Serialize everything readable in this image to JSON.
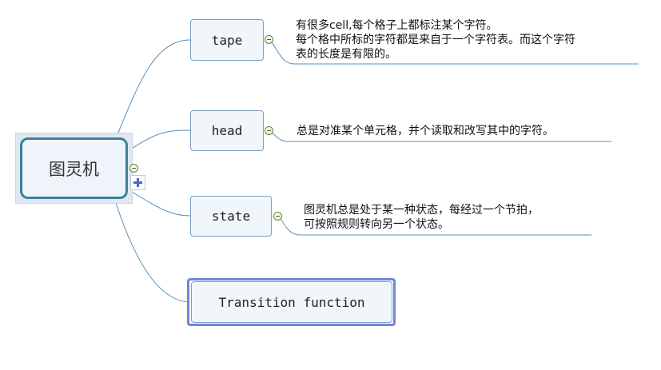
{
  "root": {
    "label": "图灵机"
  },
  "branches": [
    {
      "id": "tape",
      "label": "tape",
      "note": [
        "有很多cell,每个格子上都标注某个字符。",
        "每个格中所标的字符都是来自于一个字符表。而这个字符",
        "表的长度是有限的。"
      ]
    },
    {
      "id": "head",
      "label": "head",
      "note": [
        "总是对准某个单元格，并个读取和改写其中的字符。"
      ]
    },
    {
      "id": "state",
      "label": "state",
      "note": [
        "图灵机总是处于某一种状态，每经过一个节拍，",
        "可按照规则转向另一个状态。"
      ]
    },
    {
      "id": "transition",
      "label": "Transition function",
      "note": []
    }
  ],
  "colors": {
    "connector": "#5b8fb6",
    "root_border": "#3f7f9c",
    "node_border": "#7a9ec4",
    "node_fill": "#f1f6fb",
    "selected_border": "#7286d8",
    "toggle": "#5a8a3a",
    "expand": "#4a66c8"
  },
  "icons": {
    "collapse": "minus-circle-icon",
    "expand": "plus-square-icon"
  }
}
